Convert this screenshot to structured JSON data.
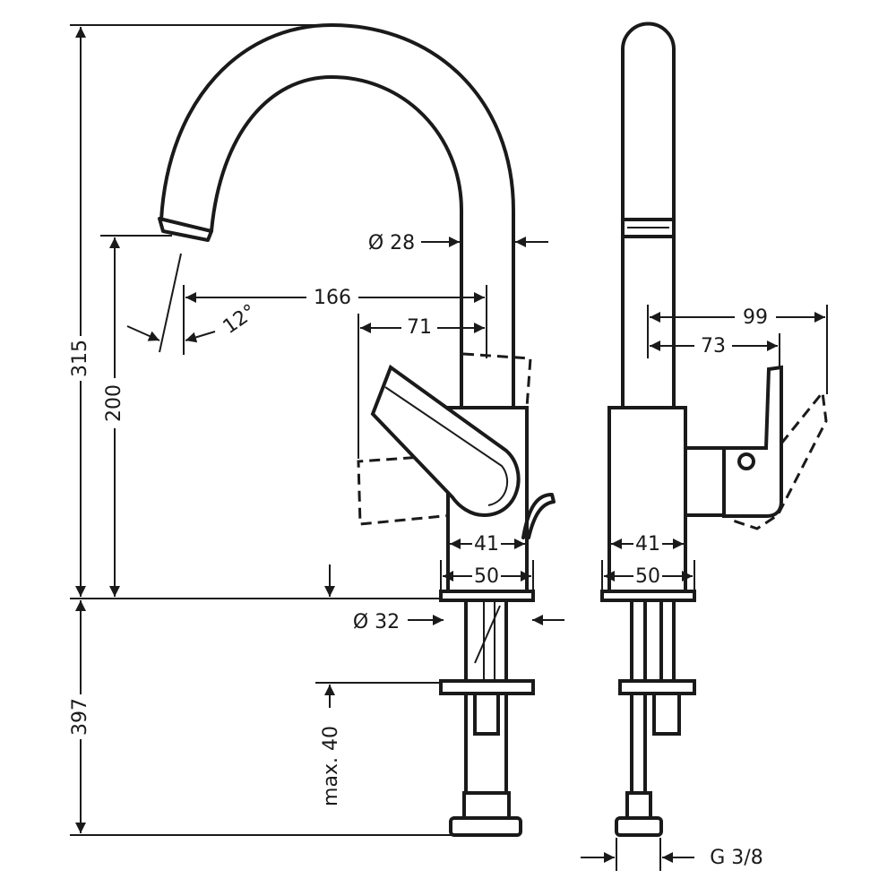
{
  "drawing": {
    "title": "Faucet technical dimension drawing",
    "dimensions": {
      "total_height": "315",
      "spout_height": "200",
      "below_counter": "397",
      "max_counter": "max. 40",
      "reach": "166",
      "lever_offset": "71",
      "spout_angle": "12°",
      "spout_diameter": "Ø 28",
      "base_diameter": "Ø 32",
      "body_width_front": "41",
      "base_width_front": "50",
      "side_depth": "99",
      "side_lever": "73",
      "body_width_side": "41",
      "base_width_side": "50",
      "connection": "G 3/8"
    }
  }
}
